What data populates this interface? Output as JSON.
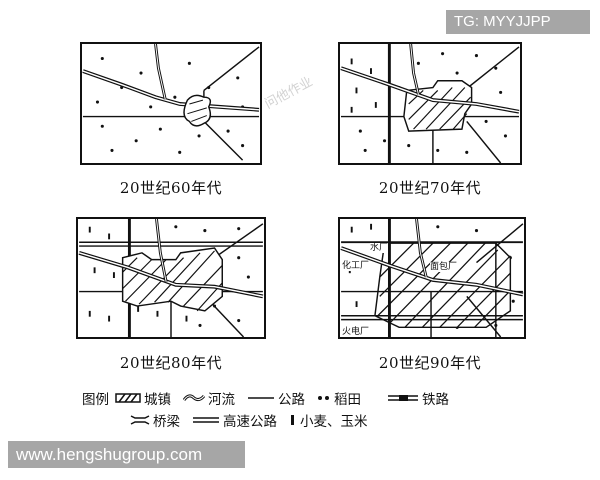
{
  "watermark_top_right": "TG: MYYJJPP",
  "watermark_bottom_left": "www.hengshugroup.com",
  "watermark_center": "问他作业",
  "maps": [
    {
      "id": "1960s",
      "caption": "20世纪60年代"
    },
    {
      "id": "1970s",
      "caption": "20世纪70年代"
    },
    {
      "id": "1980s",
      "caption": "20世纪80年代"
    },
    {
      "id": "1990s",
      "caption": "20世纪90年代",
      "labels": {
        "water_plant": "水厂",
        "chemical_plant": "化工厂",
        "bakery": "面包厂",
        "power_plant": "火电厂"
      }
    }
  ],
  "legend": {
    "title": "图例",
    "items": [
      {
        "symbol": "hatched-box",
        "label": "城镇"
      },
      {
        "symbol": "river",
        "label": "河流"
      },
      {
        "symbol": "thin-line",
        "label": "公路"
      },
      {
        "symbol": "dots",
        "label": "稻田"
      },
      {
        "symbol": "railway",
        "label": "铁路"
      },
      {
        "symbol": "bridge",
        "label": "桥梁"
      },
      {
        "symbol": "double-line",
        "label": "高速公路"
      },
      {
        "symbol": "wheat-mark",
        "label": "小麦、玉米"
      }
    ]
  }
}
